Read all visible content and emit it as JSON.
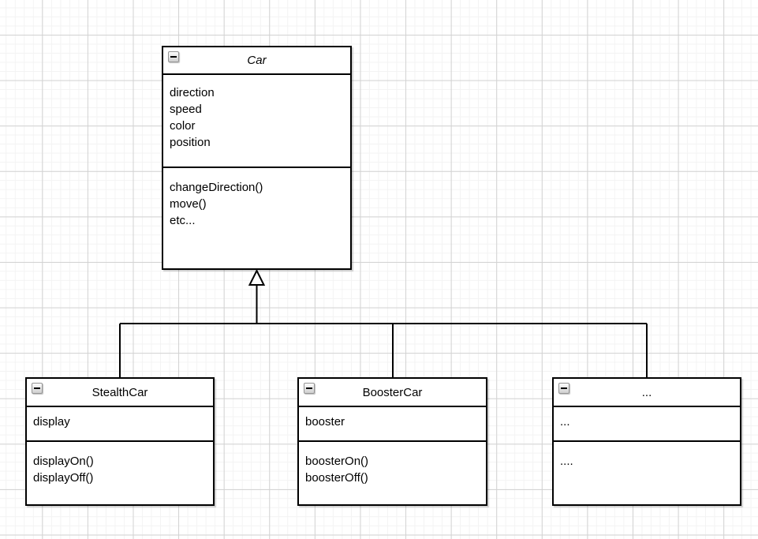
{
  "diagram": {
    "type": "uml-class-diagram",
    "canvas": {
      "background": "#ffffff",
      "grid_minor_color": "#f3f3f3",
      "grid_major_color": "#d2d2d2",
      "shape_stroke_color": "#000000",
      "shape_fill_color": "#ffffff"
    },
    "icons": {
      "collapse_glyph": "−"
    },
    "classes": [
      {
        "title": "Car",
        "abstract": true,
        "attributes": [
          "direction",
          "speed",
          "color",
          "position"
        ],
        "methods": [
          "changeDirection()",
          "move()",
          "etc..."
        ]
      },
      {
        "title": "StealthCar",
        "abstract": false,
        "attributes": [
          "display"
        ],
        "methods": [
          "displayOn()",
          "displayOff()"
        ]
      },
      {
        "title": "BoosterCar",
        "abstract": false,
        "attributes": [
          "booster"
        ],
        "methods": [
          "boosterOn()",
          "boosterOff()"
        ]
      },
      {
        "title": "...",
        "abstract": false,
        "attributes": [
          "..."
        ],
        "methods": [
          "...."
        ]
      }
    ],
    "relationships": [
      {
        "type": "inheritance",
        "parent": "Car",
        "children": [
          "StealthCar",
          "BoosterCar",
          "..."
        ]
      }
    ]
  }
}
